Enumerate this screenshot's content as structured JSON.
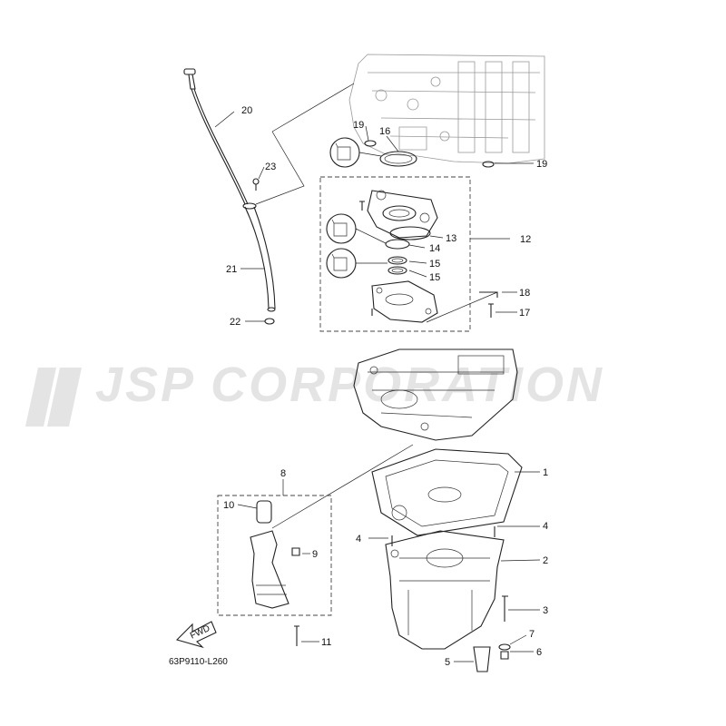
{
  "diagram": {
    "watermark": "JSP CORPORATION",
    "part_code": "63P9110-L260",
    "fwd_label": "FWD",
    "callouts": [
      {
        "id": "c1",
        "label": "1"
      },
      {
        "id": "c2",
        "label": "2"
      },
      {
        "id": "c3",
        "label": "3"
      },
      {
        "id": "c4a",
        "label": "4"
      },
      {
        "id": "c4b",
        "label": "4"
      },
      {
        "id": "c5",
        "label": "5"
      },
      {
        "id": "c6",
        "label": "6"
      },
      {
        "id": "c7",
        "label": "7"
      },
      {
        "id": "c8",
        "label": "8"
      },
      {
        "id": "c9",
        "label": "9"
      },
      {
        "id": "c10",
        "label": "10"
      },
      {
        "id": "c11",
        "label": "11"
      },
      {
        "id": "c12",
        "label": "12"
      },
      {
        "id": "c13",
        "label": "13"
      },
      {
        "id": "c14",
        "label": "14"
      },
      {
        "id": "c15a",
        "label": "15"
      },
      {
        "id": "c15b",
        "label": "15"
      },
      {
        "id": "c16",
        "label": "16"
      },
      {
        "id": "c17",
        "label": "17"
      },
      {
        "id": "c18",
        "label": "18"
      },
      {
        "id": "c19a",
        "label": "19"
      },
      {
        "id": "c19b",
        "label": "19"
      },
      {
        "id": "c20",
        "label": "20"
      },
      {
        "id": "c21",
        "label": "21"
      },
      {
        "id": "c22",
        "label": "22"
      },
      {
        "id": "c23",
        "label": "23"
      }
    ]
  }
}
